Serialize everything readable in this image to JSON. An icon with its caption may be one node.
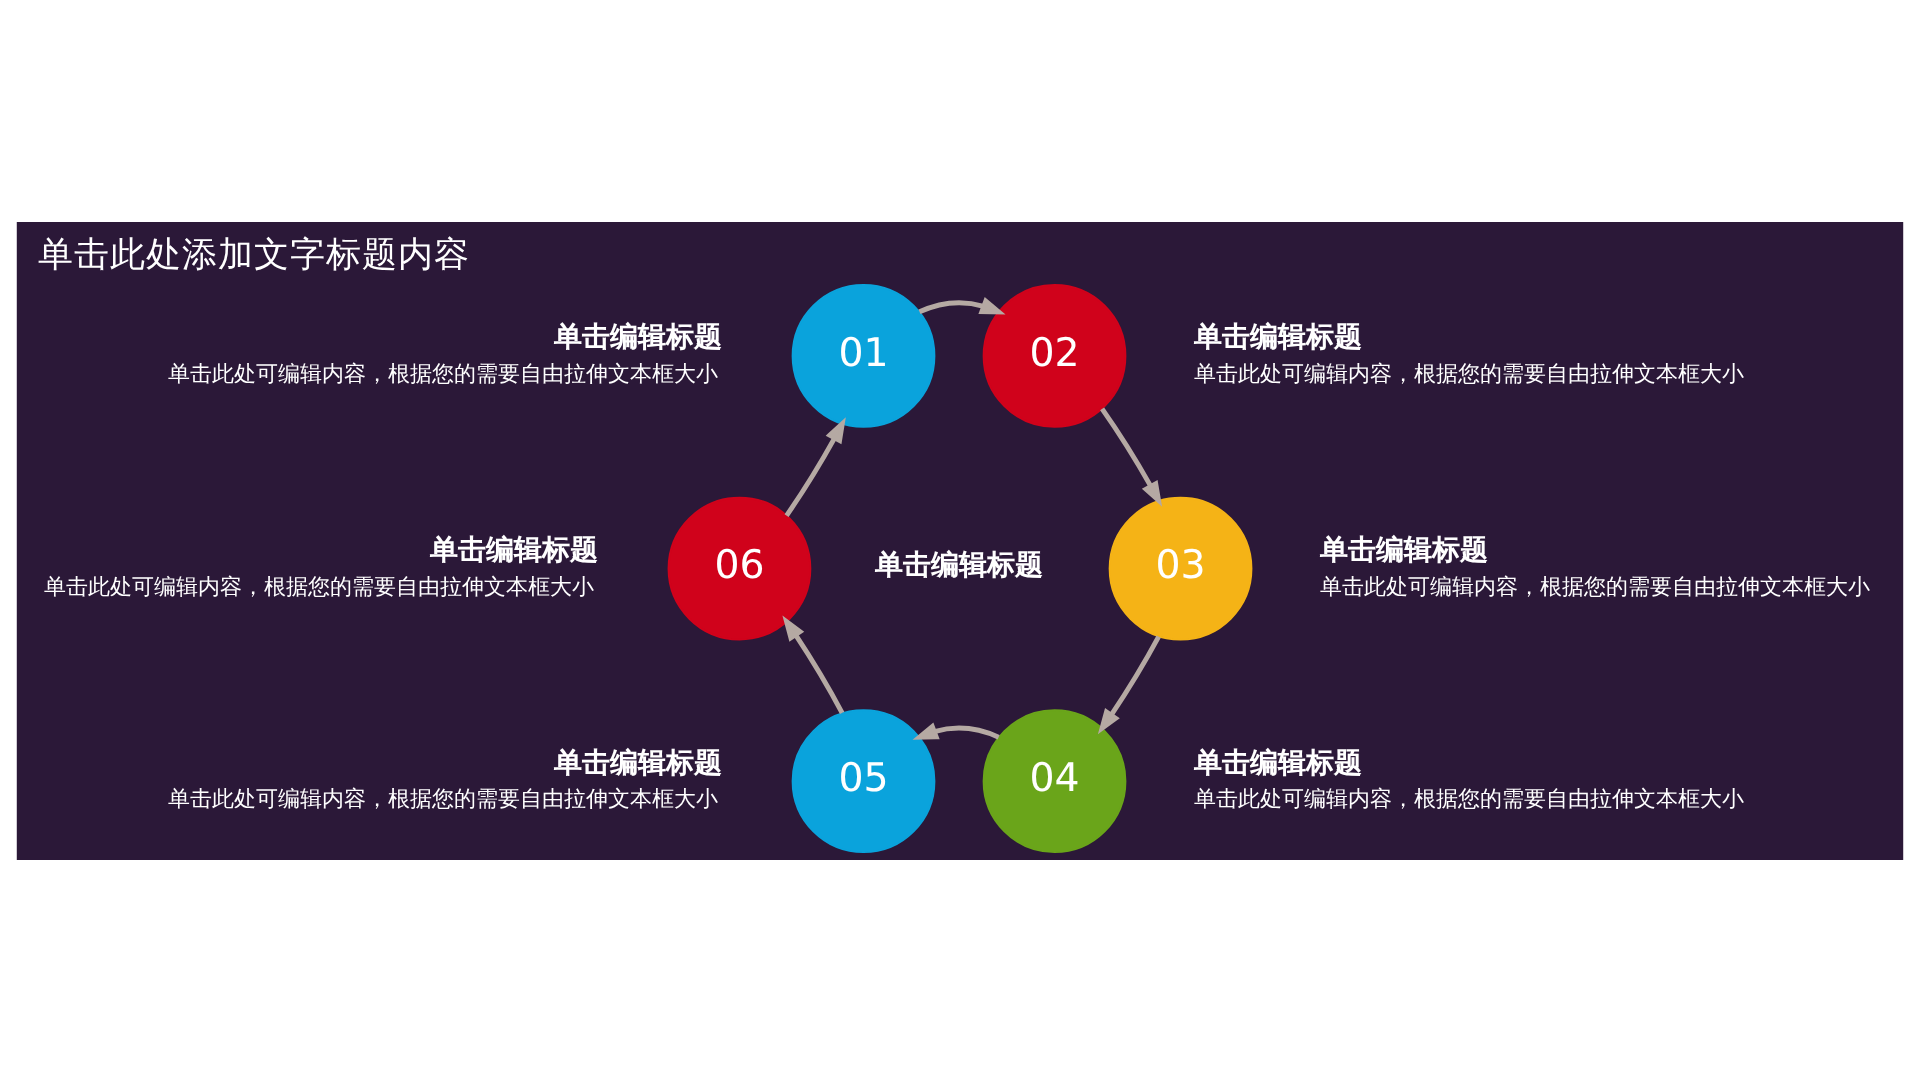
{
  "diagram": {
    "title": "单击此处添加文字标题内容",
    "nodes": [
      {
        "text": [
          "01"
        ],
        "beside": [
          "单击编辑标题",
          "单击此处可编辑内容，根据您的需要自由拉伸文本框大小"
        ]
      },
      {
        "text": [
          "02"
        ],
        "beside": [
          "单击编辑标题",
          "单击此处可编辑内容，根据您的需要自由拉伸文本框大小"
        ]
      },
      {
        "text": [
          "03"
        ],
        "beside": [
          "单击编辑标题",
          "单击此处可编辑内容，根据您的需要自由拉伸文本框大小"
        ]
      },
      {
        "text": [
          "04"
        ],
        "beside": [
          "单击编辑标题",
          "单击此处可编辑内容，根据您的需要自由拉伸文本框大小"
        ]
      },
      {
        "text": [
          "05"
        ],
        "beside": [
          "单击编辑标题",
          "单击此处可编辑内容，根据您的需要自由拉伸文本框大小"
        ]
      },
      {
        "text": [
          "06"
        ],
        "beside": [
          "单击编辑标题",
          "单击此处可编辑内容，根据您的需要自由拉伸文本框大小"
        ]
      }
    ],
    "edges": [
      {
        "from": 0,
        "to": 1,
        "arrow": "to",
        "color": "#b5a9a3"
      },
      {
        "from": 1,
        "to": 2,
        "arrow": "to",
        "color": "#b5a9a3"
      },
      {
        "from": 2,
        "to": 3,
        "arrow": "to",
        "color": "#b5a9a3"
      },
      {
        "from": 3,
        "to": 4,
        "arrow": "to",
        "color": "#b5a9a3"
      },
      {
        "from": 4,
        "to": 5,
        "arrow": "to",
        "color": "#b5a9a3"
      },
      {
        "from": 5,
        "to": 0,
        "arrow": "to",
        "color": "#b5a9a3"
      }
    ],
    "labels": [
      "单击编辑标题"
    ]
  }
}
